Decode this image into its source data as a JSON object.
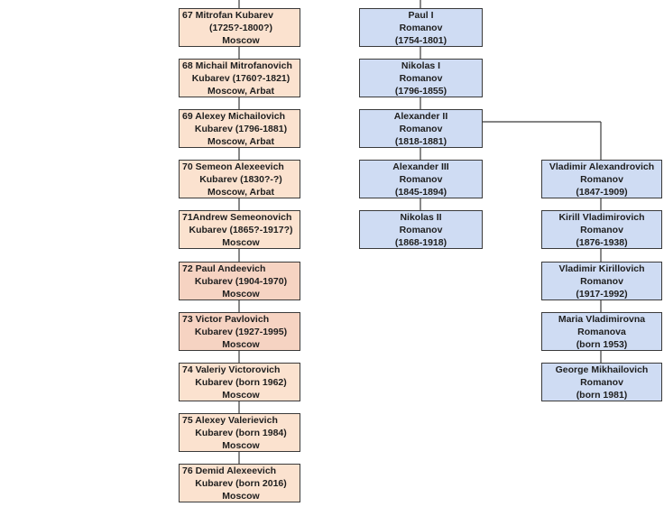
{
  "kubarev_line": [
    {
      "lines": [
        "67   Mitrofan Kubarev",
        "(1725?-1800?)",
        "Moscow"
      ],
      "shade": "peach"
    },
    {
      "lines": [
        "68 Michail Mitrofanovich",
        "Kubarev  (1760?-1821)",
        "Moscow, Arbat"
      ],
      "shade": "peach"
    },
    {
      "lines": [
        "69  Alexey Michailovich",
        "Kubarev (1796-1881)",
        "Moscow, Arbat"
      ],
      "shade": "peach"
    },
    {
      "lines": [
        "70 Semeon Alexeevich",
        "Kubarev (1830?-?)",
        "Moscow, Arbat"
      ],
      "shade": "peach"
    },
    {
      "lines": [
        "71Andrew Semeonovich",
        "Kubarev (1865?-1917?)",
        "Moscow"
      ],
      "shade": "peach"
    },
    {
      "lines": [
        "72   Paul Andeevich",
        "Kubarev (1904-1970)",
        "Moscow"
      ],
      "shade": "salmon"
    },
    {
      "lines": [
        "73    Victor Pavlovich",
        "Kubarev (1927-1995)",
        "Moscow"
      ],
      "shade": "salmon"
    },
    {
      "lines": [
        "74  Valeriy Victorovich",
        "Kubarev (born 1962)",
        "Moscow"
      ],
      "shade": "peach"
    },
    {
      "lines": [
        "75    Alexey Valerievich",
        "Kubarev (born 1984)",
        "Moscow"
      ],
      "shade": "peach"
    },
    {
      "lines": [
        "76     Demid Alexeevich",
        "Kubarev (born 2016)",
        "Moscow"
      ],
      "shade": "peach"
    }
  ],
  "romanov_line": [
    {
      "lines": [
        "Paul I",
        "Romanov",
        "(1754-1801)"
      ]
    },
    {
      "lines": [
        "Nikolas I",
        "Romanov",
        "(1796-1855)"
      ]
    },
    {
      "lines": [
        "Alexander II",
        "Romanov",
        "(1818-1881)"
      ]
    },
    {
      "lines": [
        "Alexander III",
        "Romanov",
        "(1845-1894)"
      ]
    },
    {
      "lines": [
        "Nikolas II",
        "Romanov",
        "(1868-1918)"
      ]
    }
  ],
  "romanov_branch": [
    {
      "lines": [
        "Vladimir Alexandrovich",
        "Romanov",
        "(1847-1909)"
      ]
    },
    {
      "lines": [
        "Kirill Vladimirovich",
        "Romanov",
        "(1876-1938)"
      ]
    },
    {
      "lines": [
        "Vladimir Kirillovich",
        "Romanov",
        "(1917-1992)"
      ]
    },
    {
      "lines": [
        "Maria Vladimirovna",
        "Romanova",
        "(born 1953)"
      ]
    },
    {
      "lines": [
        "George Mikhailovich",
        "Romanov",
        "(born 1981)"
      ]
    }
  ],
  "colors": {
    "kubarev_fill": "#fbe2cf",
    "kubarev_fill_dark": "#f6d3c2",
    "romanov_fill": "#cfdcf3",
    "border": "#3a3a3a"
  }
}
